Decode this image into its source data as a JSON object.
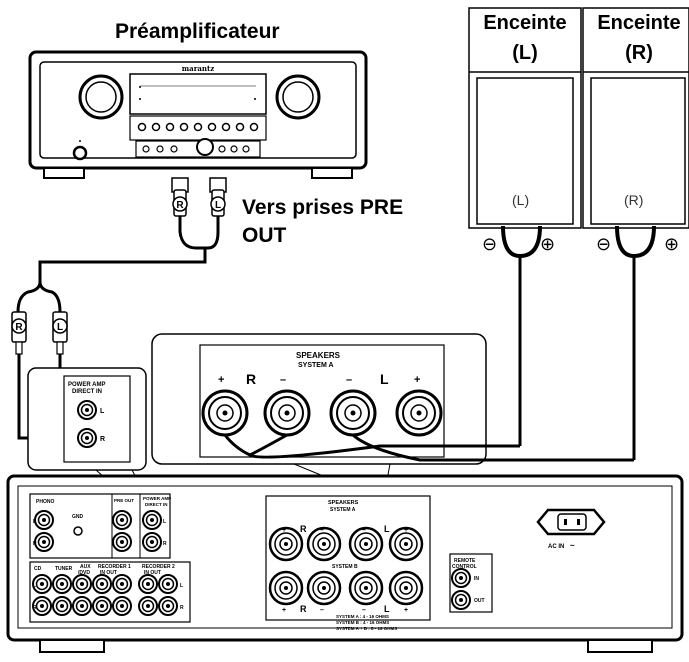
{
  "preamp": {
    "title": "Préamplificateur",
    "brand": "marantz"
  },
  "speakers": {
    "left": {
      "title_line1": "Enceinte",
      "title_line2": "(L)",
      "letter": "(L)"
    },
    "right": {
      "title_line1": "Enceinte",
      "title_line2": "(R)",
      "letter": "(R)"
    },
    "minus_symbol": "⊖",
    "plus_symbol": "⊕"
  },
  "connection": {
    "pre_out_line1": "Vers prises PRE",
    "pre_out_line2": "OUT",
    "plug_r": "R",
    "plug_l": "L"
  },
  "zoom_power_amp": {
    "title_line1": "POWER AMP",
    "title_line2": "DIRECT IN",
    "l": "L",
    "r": "R"
  },
  "zoom_speakers": {
    "title_line1": "SPEAKERS",
    "title_line2": "SYSTEM A",
    "plus": "+",
    "minus": "–",
    "r": "R",
    "l": "L"
  },
  "rear_panel": {
    "phono": "PHONO",
    "gnd": "GND",
    "pre_out": "PRE OUT",
    "power_amp_line1": "POWER AMP",
    "power_amp_line2": "DIRECT IN",
    "cd": "CD",
    "tuner": "TUNER",
    "aux_line1": "AUX",
    "aux_line2": "/DVD",
    "recorder1_line1": "RECORDER 1",
    "recorder1_line2": "IN      OUT",
    "recorder2_line1": "RECORDER 2",
    "recorder2_line2": "IN      OUT",
    "speakers_line1": "SPEAKERS",
    "speakers_line2": "SYSTEM A",
    "system_b": "SYSTEM B",
    "spec1": "SYSTEM A       : 4 - 16 OHMS",
    "spec2": "SYSTEM B       : 4 - 16 OHMS",
    "spec3": "SYSTEM A + B : 8 - 16 OHMS",
    "remote_line1": "REMOTE",
    "remote_line2": "CONTROL",
    "remote_in": "IN",
    "remote_out": "OUT",
    "ac_in": "AC IN",
    "l": "L",
    "r": "R"
  }
}
